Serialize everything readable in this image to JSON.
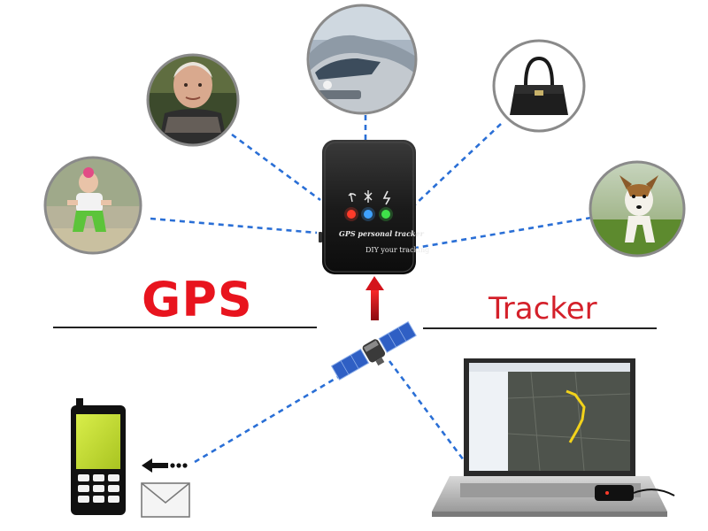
{
  "headings": {
    "left": "GPS",
    "right": "Tracker"
  },
  "device": {
    "brand_label": "GPS personal tracker",
    "slogan": "DIY your tracking"
  },
  "colors": {
    "gps_heading": "#e8141e",
    "tracker_heading": "#d4202a",
    "connector_line": "#2a6fd6",
    "divider_line": "#222222",
    "device_body": "#1b1b1b",
    "led_red": "#ff3b2a",
    "led_blue": "#3fa2ff",
    "led_green": "#3fe04a",
    "phone_screen": "#c9e236",
    "route_line": "#f2d21b",
    "uplink_arrow": "#c0101a"
  },
  "icons": {
    "child_photo": "child-photo-icon",
    "elderly_photo": "elderly-woman-photo-icon",
    "car_photo": "parked-cars-photo-icon",
    "handbag_photo": "handbag-photo-icon",
    "dog_photo": "dog-photo-icon",
    "satellite": "satellite-icon",
    "phone": "mobile-phone-icon",
    "envelope": "envelope-icon",
    "laptop": "laptop-icon",
    "tracker_device": "gps-tracker-device-icon"
  }
}
